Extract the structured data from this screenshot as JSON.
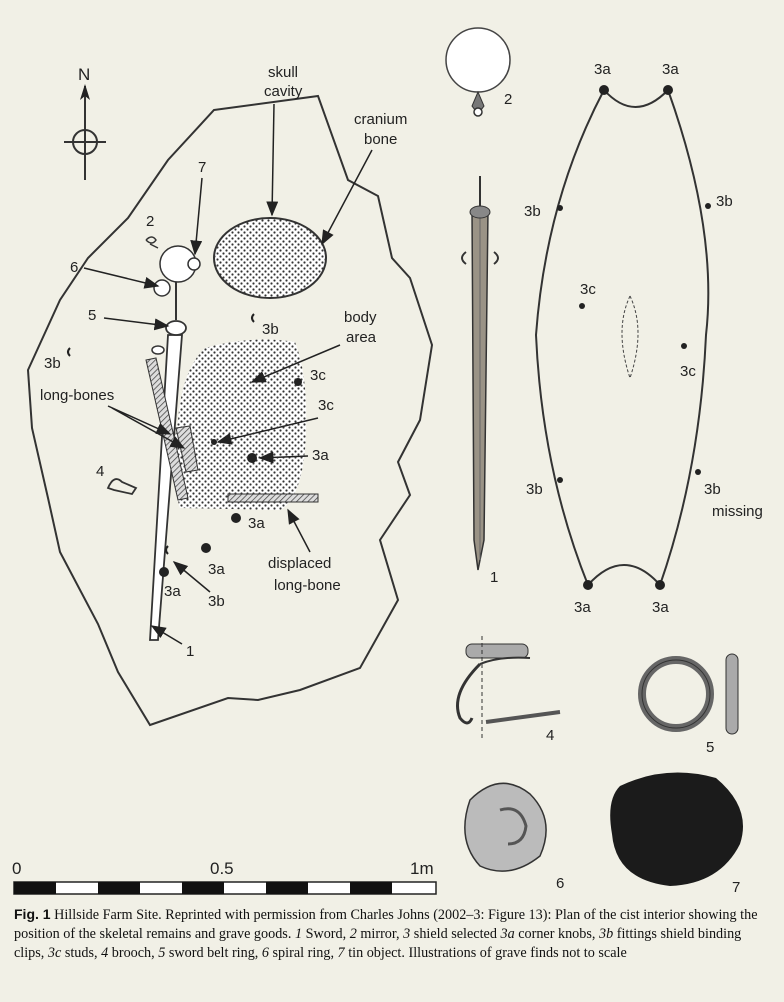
{
  "north_label": "N",
  "labels": {
    "skull_cavity": [
      "skull",
      "cavity"
    ],
    "cranium_bone": [
      "cranium",
      "bone"
    ],
    "body_area": [
      "body",
      "area"
    ],
    "long_bones": "long-bones",
    "displaced_long_bone": [
      "displaced",
      "long-bone"
    ],
    "n1": "1",
    "n2": "2",
    "n4": "4",
    "n5": "5",
    "n6": "6",
    "n7": "7",
    "n3a": "3a",
    "n3b": "3b",
    "n3c": "3c"
  },
  "shield": {
    "corner_top_left": "3a",
    "corner_top_right": "3a",
    "corner_bottom_left": "3a",
    "corner_bottom_right": "3a",
    "clip_upper_left": "3b",
    "clip_upper_right": "3b",
    "clip_lower_left": "3b",
    "clip_lower_right": "3b",
    "missing": "missing",
    "stud_left": "3c",
    "stud_right": "3c"
  },
  "finds": {
    "mirror": "2",
    "sword": "1",
    "brooch": "4",
    "belt_ring": "5",
    "spiral_ring": "6",
    "tin_object": "7"
  },
  "scale": {
    "zero": "0",
    "half": "0.5",
    "one": "1m"
  },
  "caption": {
    "fig": "Fig. 1",
    "p1": "  Hillside Farm Site. Reprinted with permission from Charles Johns (2002–3: Figure 13): Plan of the cist interior showing the position of the skeletal remains and grave goods. ",
    "i1": "1",
    "p2": " Sword, ",
    "i2": "2",
    "p3": " mirror, ",
    "i3": "3",
    "p4": " shield selected ",
    "i3a": "3a",
    "p5": " corner knobs, ",
    "i3b": "3b",
    "p6": " fittings shield binding clips, ",
    "i3c": "3c",
    "p7": " studs, ",
    "i4": "4",
    "p8": " brooch, ",
    "i5": "5",
    "p9": " sword belt ring, ",
    "i6": "6",
    "p10": " spiral ring, ",
    "i7": "7",
    "p11": " tin object. Illustrations of grave finds not to scale"
  }
}
